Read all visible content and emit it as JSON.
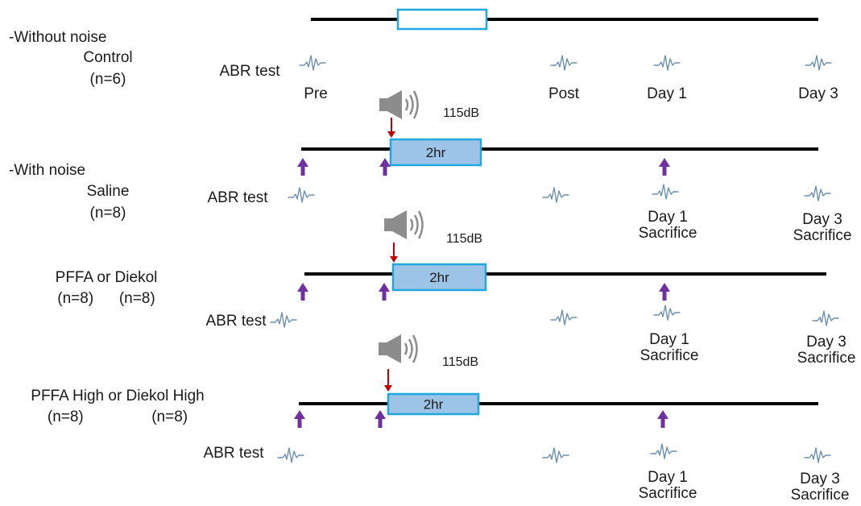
{
  "colors": {
    "timeline": "#000000",
    "box_fill_noise": "#9dc3e6",
    "box_fill_control": "#ffffff",
    "box_border": "#1ea7e1",
    "up_arrow": "#7030a0",
    "down_arrow": "#c00000",
    "speaker": "#8c8c8c",
    "wave": "#6b8fb0"
  },
  "icons": {
    "speaker": "speaker-icon",
    "wave": "abr-waveform-icon",
    "up_arrow": "purple-up-arrow-icon",
    "down_arrow": "red-down-arrow-icon"
  },
  "groups": [
    {
      "id": "control",
      "header": "-Without noise",
      "name_lines": [
        "Control",
        "(n=6)"
      ],
      "abr_label": "ABR test",
      "has_noise": false,
      "box_label": "",
      "labels": {
        "pre": [
          "Pre"
        ],
        "post": [
          "Post"
        ],
        "day1": [
          "Day 1"
        ],
        "day3": [
          "Day 3"
        ]
      }
    },
    {
      "id": "saline",
      "header": "-With noise",
      "name_lines": [
        "Saline",
        "(n=8)"
      ],
      "abr_label": "ABR test",
      "has_noise": true,
      "noise_label": "115dB",
      "box_label": "2hr",
      "labels": {
        "day1": [
          "Day 1",
          "Sacrifice"
        ],
        "day3": [
          "Day 3",
          "Sacrifice"
        ]
      }
    },
    {
      "id": "low",
      "header": "",
      "name_lines": [
        "PFFA or Diekol",
        "(n=8)      (n=8)"
      ],
      "abr_label": "ABR test",
      "has_noise": true,
      "noise_label": "115dB",
      "box_label": "2hr",
      "labels": {
        "day1": [
          "Day 1",
          "Sacrifice"
        ],
        "day3": [
          "Day 3",
          "Sacrifice"
        ]
      }
    },
    {
      "id": "high",
      "header": "",
      "name_lines": [
        "PFFA High or Diekol High",
        "(n=8)                (n=8)"
      ],
      "abr_label": "ABR test",
      "has_noise": true,
      "noise_label": "115dB",
      "box_label": "2hr",
      "labels": {
        "day1": [
          "Day 1",
          "Sacrifice"
        ],
        "day3": [
          "Day 3",
          "Sacrifice"
        ]
      }
    }
  ]
}
